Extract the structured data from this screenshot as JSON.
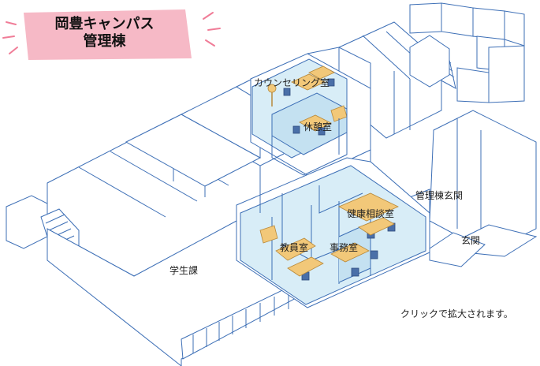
{
  "title": {
    "line1": "岡豊キャンパス",
    "line2": "管理棟"
  },
  "colors": {
    "title_bg": "#f6b9c6",
    "wall": "#3d6fb6",
    "floor_highlight": "#d8edf7",
    "furniture": "#f2c879",
    "chair": "#4a6fa8"
  },
  "rooms": {
    "counseling": "カウンセリング室",
    "rest": "休憩室",
    "health": "健康相談室",
    "teachers": "教員室",
    "office": "事務室",
    "students": "学生課",
    "entrance_main": "管理棟玄関",
    "entrance": "玄関"
  },
  "hint": "クリックで拡大されます。",
  "icons": [
    "ray-burst-icon"
  ]
}
